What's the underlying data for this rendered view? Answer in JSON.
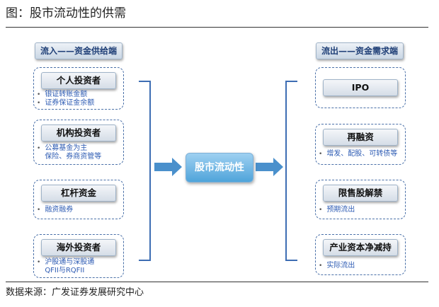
{
  "title": "图：股市流动性的供需",
  "source": "数据来源：广发证券发展研究中心",
  "center_label": "股市流动性",
  "left": {
    "header": "流入——资金供给端",
    "groups": [
      {
        "label": "个人投资者",
        "bullets": [
          "银证转账金额",
          "证券保证金余额"
        ]
      },
      {
        "label": "机构投资者",
        "bullets": [
          "公募基金为主",
          "保险、券商资管等"
        ]
      },
      {
        "label": "杠杆资金",
        "bullets": [
          "融资融券"
        ]
      },
      {
        "label": "海外投资者",
        "bullets": [
          "沪股通与深股通",
          "QFII与RQFII"
        ]
      }
    ]
  },
  "right": {
    "header": "流出——资金需求端",
    "groups": [
      {
        "label": "IPO",
        "bullets": []
      },
      {
        "label": "再融资",
        "bullets": [
          "增发、配股、可转债等"
        ]
      },
      {
        "label": "限售股解禁",
        "bullets": [
          "预期流出"
        ]
      },
      {
        "label": "产业资本净减持",
        "bullets": [
          "实际流出"
        ]
      }
    ]
  },
  "colors": {
    "arrow": "#4a90cc",
    "bracket": "#3d6db3",
    "dashed_border": "#4a70a8",
    "bullet_text": "#2d5bb3"
  }
}
